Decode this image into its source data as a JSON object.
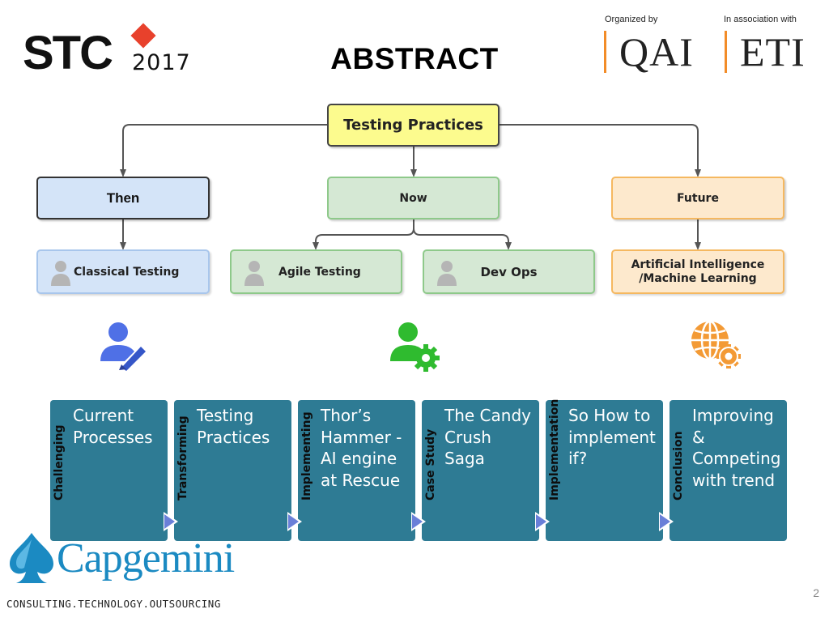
{
  "header": {
    "title": "ABSTRACT",
    "stc_logo": {
      "word": "STC",
      "year": "2017",
      "accent_color": "#e8412c"
    },
    "organizer": {
      "caption": "Organized by",
      "name": "QAI"
    },
    "association": {
      "caption": "In association with",
      "name": "ETI"
    }
  },
  "diagram": {
    "root": "Testing Practices",
    "eras": [
      {
        "label": "Then",
        "color": "#d4e4f8",
        "children": [
          "Classical Testing"
        ]
      },
      {
        "label": "Now",
        "color": "#d5e8d4",
        "children": [
          "Agile Testing",
          "Dev Ops"
        ]
      },
      {
        "label": "Future",
        "color": "#fde9cd",
        "children": [
          "Artificial Intelligence /Machine Learning"
        ]
      }
    ],
    "icons": [
      "user-pen-icon",
      "user-gear-icon",
      "globe-gear-icon"
    ]
  },
  "steps": [
    {
      "side": "Challenging",
      "text": "Current Processes"
    },
    {
      "side": "Transforming",
      "text": "Testing Practices"
    },
    {
      "side": "Implementing",
      "text": "Thor’s Hammer - AI engine at Rescue"
    },
    {
      "side": "Case Study",
      "text": "The Candy Crush Saga"
    },
    {
      "side": "Implementation",
      "text": "So How to implement if?"
    },
    {
      "side": "Conclusion",
      "text": "Improving & Competing with trend"
    }
  ],
  "footer": {
    "logo_name": "Capgemini",
    "tagline": "CONSULTING.TECHNOLOGY.OUTSOURCING",
    "page_number": "2"
  },
  "colors": {
    "step_bg": "#2e7b94",
    "root_bg": "#fcfb8e",
    "accent_orange": "#f28c28",
    "capgemini_blue": "#1b8ac2"
  }
}
